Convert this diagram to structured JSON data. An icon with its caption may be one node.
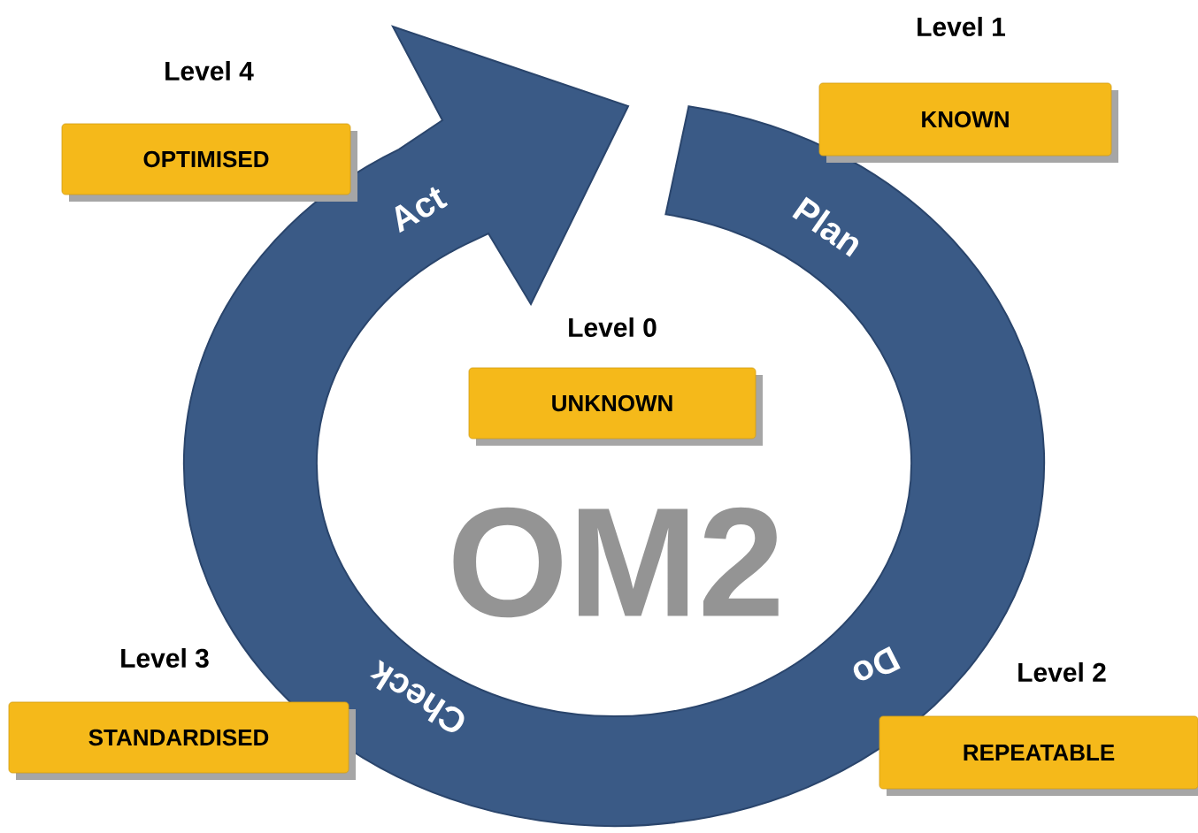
{
  "diagram": {
    "nodes": [
      {
        "text": [
          "Level 4",
          "OPTIMISED"
        ]
      },
      {
        "text": [
          "Level 1",
          "KNOWN"
        ]
      },
      {
        "text": [
          "Level 0",
          "UNKNOWN"
        ]
      },
      {
        "text": [
          "Level 3",
          "STANDARDISED"
        ]
      },
      {
        "text": [
          "Level 2",
          "REPEATABLE"
        ]
      }
    ],
    "labels": [
      "Act",
      "Plan",
      "OM2",
      "Do",
      "Check"
    ]
  }
}
